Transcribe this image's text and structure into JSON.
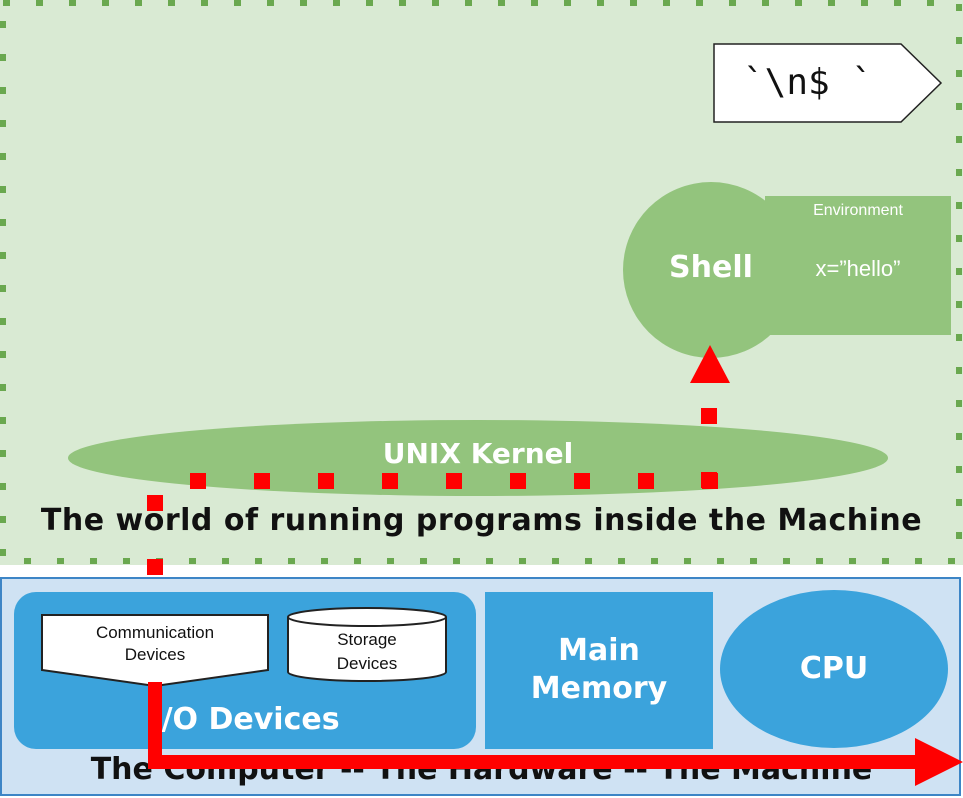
{
  "world": {
    "title": "The world of running programs inside the Machine",
    "prompt": "`\\n$ `",
    "shell_label": "Shell",
    "environment": {
      "title": "Environment",
      "variable": "x=”hello”"
    },
    "kernel_label": "UNIX Kernel"
  },
  "hardware": {
    "title": "The Computer -- The Hardware -- The Machine",
    "io_label": "I/O Devices",
    "communication_devices": [
      "Communication",
      "Devices"
    ],
    "storage_devices": [
      "Storage",
      "Devices"
    ],
    "memory_label": [
      "Main",
      "Memory"
    ],
    "cpu_label": "CPU"
  },
  "colors": {
    "world_bg": "#d9ead3",
    "world_dash": "#6aa84f",
    "green_shape": "#93c47d",
    "hardware_bg": "#cfe2f3",
    "hardware_border": "#3d85c6",
    "blue_shape": "#3ba3dc",
    "data_path": "#ff0000"
  }
}
